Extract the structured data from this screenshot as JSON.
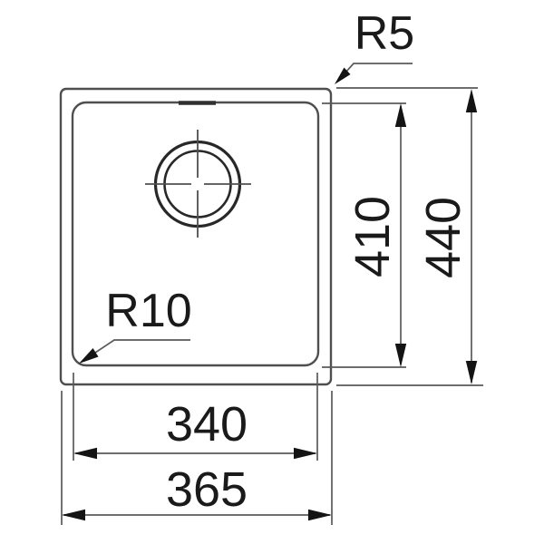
{
  "drawing": {
    "type": "technical-dimension-drawing",
    "subject": "sink-bowl-top-view",
    "labels": {
      "outer_corner_radius": "R5",
      "inner_corner_radius": "R10",
      "inner_height": "410",
      "outer_height": "440",
      "inner_width": "340",
      "outer_width": "365"
    },
    "colors": {
      "background": "#ffffff",
      "outline": "#4f4f4f",
      "thin_line": "#5a5a5a",
      "drain_line": "#282828",
      "arrow": "#141414",
      "text": "#1a1a1a"
    }
  }
}
